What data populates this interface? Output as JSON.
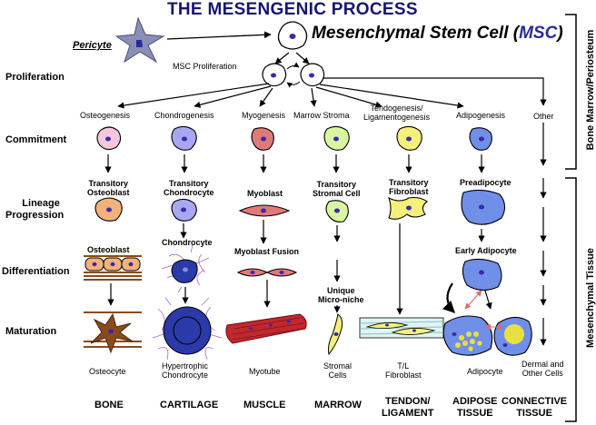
{
  "title": "THE MESENGENIC PROCESS",
  "pericyte": "Pericyte",
  "msc_name": "Mesenchymal Stem Cell (",
  "msc_abbr": "MSC",
  "msc_close": ")",
  "msc_proliferation": "MSC Proliferation",
  "rows": {
    "proliferation": "Proliferation",
    "commitment": "Commitment",
    "lineage_progression": [
      "Lineage",
      "Progression"
    ],
    "differentiation": "Differentiation",
    "maturation": "Maturation"
  },
  "side_labels": {
    "bone_marrow": "Bone Marrow/Periosteum",
    "mesenchymal_tissue": "Mesenchymal Tissue"
  },
  "pathways": {
    "osteogenesis": "Osteogenesis",
    "chondrogenesis": "Chondrogenesis",
    "myogenesis": "Myogenesis",
    "marrow_stroma": "Marrow Stroma",
    "tendogenesis": [
      "Tendogenesis/",
      "Ligamentogenesis"
    ],
    "adipogenesis": "Adipogenesis",
    "other": "Other"
  },
  "lineage": {
    "transitory_osteoblast": [
      "Transitory",
      "Osteoblast"
    ],
    "transitory_chondrocyte": [
      "Transitory",
      "Chondrocyte"
    ],
    "myoblast": "Myoblast",
    "transitory_stromal": [
      "Transitory",
      "Stromal Cell"
    ],
    "transitory_fibroblast": [
      "Transitory",
      "Fibroblast"
    ],
    "preadipocyte": "Preadipocyte"
  },
  "differentiation": {
    "osteoblast": "Osteoblast",
    "chondrocyte": "Chondrocyte",
    "myoblast_fusion": "Myoblast Fusion",
    "early_adipocyte": "Early Adipocyte",
    "unique_microniche": [
      "Unique",
      "Micro-niche"
    ]
  },
  "maturation": {
    "osteocyte": "Osteocyte",
    "hypertrophic_chondrocyte": [
      "Hypertrophic",
      "Chondrocyte"
    ],
    "myotube": "Myotube",
    "stromal_cells": [
      "Stromal",
      "Cells"
    ],
    "tl_fibroblast": [
      "T/L",
      "Fibroblast"
    ],
    "adipocyte": "Adipocyte",
    "dermal": [
      "Dermal and",
      "Other Cells"
    ]
  },
  "tissues": {
    "bone": "BONE",
    "cartilage": "CARTILAGE",
    "muscle": "MUSCLE",
    "marrow": "MARROW",
    "tendon": [
      "TENDON/",
      "LIGAMENT"
    ],
    "adipose": [
      "ADIPOSE",
      "TISSUE"
    ],
    "connective": [
      "CONNECTIVE",
      "TISSUE"
    ]
  },
  "colors": {
    "title": "#16166e",
    "nucleus": "#3a2aa8",
    "bone_cell": "#f5c7dc",
    "osteoblast": "#f2b27a",
    "chondro": "#a9a7f2",
    "muscle": "#e07a78",
    "myotube": "#c0282e",
    "stroma": "#d9f5a0",
    "tendon": "#f5f07a",
    "adipo": "#6f8fe8",
    "fat_droplet": "#e8e040",
    "matrix_purple": "#b060d0",
    "bone_brown": "#8a4a1c"
  }
}
